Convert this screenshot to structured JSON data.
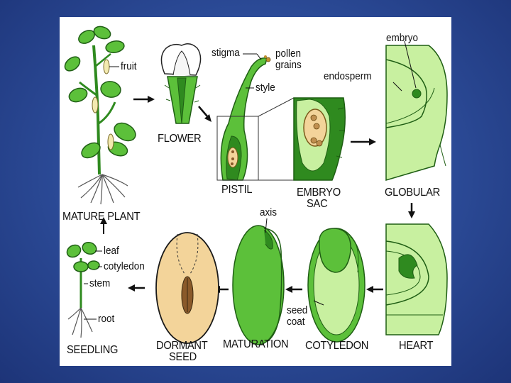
{
  "stages": {
    "mature_plant": "MATURE PLANT",
    "flower": "FLOWER",
    "pistil": "PISTIL",
    "embryo_sac_line1": "EMBRYO",
    "embryo_sac_line2": "SAC",
    "globular": "GLOBULAR",
    "heart": "HEART",
    "cotyledon": "COTYLEDON",
    "maturation": "MATURATION",
    "dormant_seed_line1": "DORMANT",
    "dormant_seed_line2": "SEED",
    "seedling": "SEEDLING"
  },
  "parts": {
    "fruit": "fruit",
    "stigma": "stigma",
    "pollen_line1": "pollen",
    "pollen_line2": "grains",
    "style": "style",
    "embryo": "embryo",
    "endosperm": "endosperm",
    "axis": "axis",
    "seed_coat_line1": "seed",
    "seed_coat_line2": "coat",
    "leaf": "leaf",
    "cotyledon": "cotyledon",
    "stem": "stem",
    "root": "root"
  },
  "colors": {
    "green_dark": "#2f8a1f",
    "green_mid": "#5cc03a",
    "green_light": "#c8f0a0",
    "tan": "#f3d49a",
    "background_blue": "#2b4a96"
  }
}
